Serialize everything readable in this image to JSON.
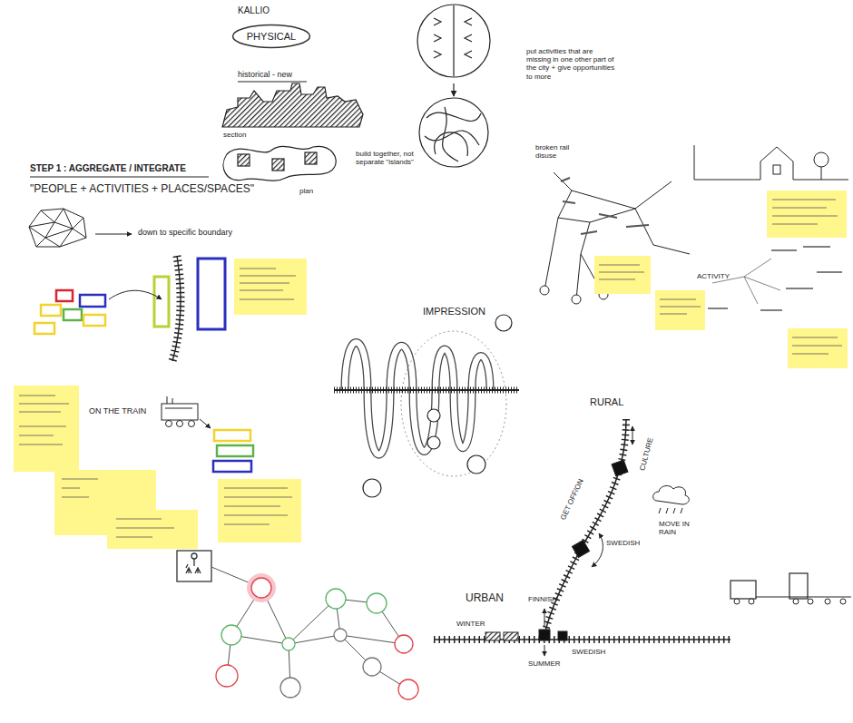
{
  "diagram": {
    "nodes": [
      {
        "text": [
          "PHYSICAL"
        ]
      }
    ],
    "labels": [
      "KALLIO",
      "historical - new",
      "section",
      "plan",
      "build together, not separate \"islands\"",
      "put activities that are missing in one other part of the city + give opportunities to more",
      "STEP 1 : AGGREGATE / INTEGRATE",
      "\"PEOPLE + ACTIVITIES + PLACES/SPACES\"",
      "down to specific boundary",
      "ON THE TRAIN",
      "IMPRESSION",
      "broken rail disuse",
      "ACTIVITY",
      "RURAL",
      "URBAN",
      "CULTURE",
      "GET OFF/ON",
      "SWEDISH",
      "MOVE IN RAIN",
      "WINTER",
      "FINNISH",
      "SWEDISH",
      "SUMMER"
    ]
  }
}
